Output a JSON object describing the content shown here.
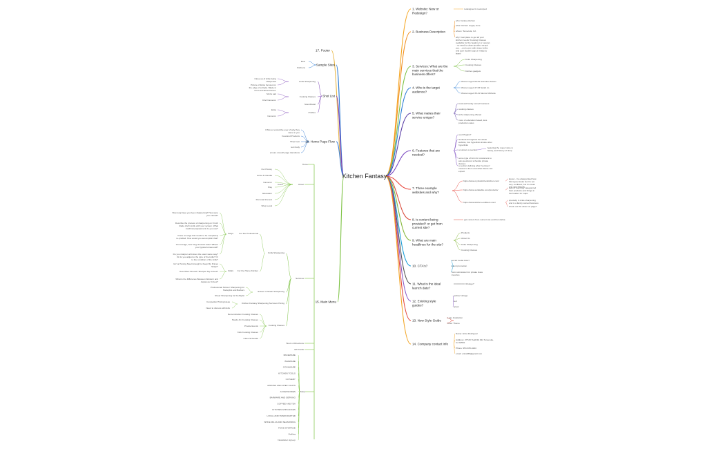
{
  "central": {
    "label": "Kitchen Fantasy"
  },
  "colors": {
    "b1": "#f5a623",
    "b2": "#f08c1a",
    "b3": "#7cc242",
    "b4": "#2e7fd6",
    "b5": "#5b3fa6",
    "b6": "#7b4ac1",
    "b7": "#e8433a",
    "b8": "#d94b3b",
    "b9": "#86b83b",
    "b10": "#1e9fd8",
    "b11": "#555555",
    "b12": "#8a5cc6",
    "b13": "#e34a3f",
    "b14": "#f2a72a",
    "b15": "#e8b84a",
    "b16": "#2b7bd4",
    "b17": "#7a3fb5",
    "b18": "#3a7fd6",
    "b19": "#c0447a"
  },
  "right": {
    "website": {
      "label": "1. Website: New or Redesign?",
      "a": "redesigned & revamped"
    },
    "business": {
      "label": "2. Business Description",
      "items": [
        "who: fantasy kitchen",
        "what: kitchen supply store",
        "where: Temecula, CA",
        "why: best place to get all your kitchen needs! Cooking Classes available for the beginner or veteran - no need to clean up after, we got you. ...and come with sharp knifes and your student cap on ready to learn!"
      ]
    },
    "services": {
      "label": "3. Services: What are the main services that the business offers?",
      "items": [
        "Knife Sharpening",
        "Cooking Classes",
        "Kitchen gadgets"
      ]
    },
    "audience": {
      "label": "4. Who is the target audience?",
      "items": [
        "Women aged 65-81 Grandma Susan",
        "Women aged 47-53 Sarah Jo",
        "Women aged 35-41 Mentor Michelle"
      ]
    },
    "unique": {
      "label": "5. What makes their service unique?",
      "items": [
        "local and family owned business",
        "cooking classes",
        "knife sharpening offered",
        "more of education based, less production sales"
      ]
    },
    "features": {
      "label": "6. Features that are needed?",
      "items": [
        "cool Plugins?",
        "Sunbeta throughout the whole website, box hyperlinks inside other hyperlinks",
        "an about us section",
        "some type of form for customers to ask questions/ schedule private classes",
        "a section defining what \"services\" means to them and  what clients can expect"
      ],
      "about_note": "featuring the Lopez wine & family, and history of shop"
    },
    "examples": {
      "label": "7. Three example websites and why?",
      "sites": [
        {
          "url": "https://www.myfoxkitchenkitchen.com/",
          "notes": [
            "layout - i've always liked how this layout looks but i'm not very confident, but it's clean and user-friendly"
          ]
        },
        {
          "url": "https://www.surlatable.com/products/",
          "notes": [
            "look of how they categorized their products and things in the header for maps"
          ]
        },
        {
          "url": "https://www.kitchen-outfitters.com/",
          "notes": [
            "specialty in knife sharpening and is a family owned business",
            "check out the about us page?"
          ]
        }
      ]
    },
    "content": {
      "label": "8. Is content being provided? or get from current site?",
      "a": "get content from current site and from Erika"
    },
    "headlines": {
      "label": "9. What are main headlines for the site?",
      "items": [
        "Products",
        "About Us",
        "Knife Sharpening",
        "Cooking Classes"
      ]
    },
    "cta": {
      "label": "10. CTA's?",
      "items": [
        "social media links?",
        "event promotion",
        "form submission for private class inquiries"
      ]
    },
    "launch": {
      "label": "11. What is the ideal launch date?",
      "a": "30 days?"
    },
    "style": {
      "label": "12. Existing style guides?",
      "items": [
        "yellow/ vintage",
        "red",
        "green"
      ]
    },
    "newstyle": {
      "label": "13. New Style Guide",
      "items": [
        "Logo Inspiration",
        "Color Theme"
      ]
    },
    "contact": {
      "label": "14. Company contact info",
      "items": [
        "Name: Erica Rodriguez",
        "Address: 27720 Yield Rd #11 Temecula, CA 92591",
        "Phone: 951 465-4244",
        "email: erica638@gmail.com"
      ]
    }
  },
  "left": {
    "footer": {
      "label": "17. Footer"
    },
    "samples": {
      "label": "Sample Sites",
      "items": [
        "Bosi",
        "Kitchens"
      ]
    },
    "shotlist": {
      "label": "Shot List",
      "groups": [
        {
          "label": "Knife Sharpening",
          "items": [
            "Close up of knife being sharpened",
            "Picture of Erica focused on the edge of a blade. Blade in front and Erica blurred."
          ]
        },
        {
          "label": "Cooking Classes",
          "items": [
            "Sizzle sad",
            "Chef Cameron"
          ]
        },
        {
          "label": "Store/Retail",
          "items": []
        },
        {
          "label": "Profiles",
          "items": [
            "Erica",
            "Cameron"
          ]
        }
      ]
    },
    "homeflow": {
      "label": "16. Home Page Flow",
      "items": [
        "CTAs to remind the user of why they came to you",
        "Featured Products",
        "Shop tops",
        "text body",
        "ensure smooth page transitions"
      ]
    },
    "mainmenu": {
      "label": "15. Main Menu",
      "home": "Home",
      "about": {
        "label": "About",
        "items": [
          "Our History",
          "Ernie & Claudia",
          "Cameron",
          "Play",
          "Education",
          "Personal Interest",
          "Shop Local"
        ],
        "users": "Users"
      },
      "services": {
        "label": "Services",
        "knife": {
          "label": "Knife Sharpening",
          "pro": {
            "label": "For the Professional",
            "faqs": "FAQs",
            "items": [
              "How long have you been sharpening? How were you trained?",
              "Describe the process of sharpening on 8 inch blade chef's knife with your system. What machinery/equipment do you use?",
              "I have an edge that needs to be completely re-profiled. How would you accomplish that?",
              "On average, how long should it take? What's your typical turnaround?",
              "Do you sharpen all knives the exact same way? Or do you adjust to the type of the knife? Or to the condition of the knife?"
            ]
          },
          "home": {
            "label": "For the Home Kitchen",
            "faqs": "FAQs",
            "items": [
              "Isn't a Honing Steel Enough to Keep My Knives Sharp?",
              "How Often Should I Sharpen My Knives?",
              "What is the Difference Between Western and Japanese Knives?"
            ]
          }
        },
        "scissor": {
          "label": "Scissor & Shear Sharpening",
          "items": [
            "Professional Scissor Sharpening for Hairstylist and Barbers",
            "Shear Sharpening for theStylist"
          ]
        },
        "pricing": {
          "label": "Kitchen Fantasy Sharpening Services Pricing",
          "items": [
            "Competitor Pricing Ideas",
            "Need to discuss with Erik"
          ]
        },
        "cooking": {
          "label": "Cooking Classes",
          "items": [
            "Demonstration Cooking Classes",
            "Hands-On Cooking Classes",
            "Private Events",
            "Kids Cooking Classes",
            "Class Schedule"
          ]
        },
        "hours": "Hours & Directions",
        "gift": "Gift Cards"
      },
      "shop": {
        "label": "Shop",
        "items": [
          "BAKEWARE",
          "BARWARE",
          "COOKWARE",
          "KITCHEN TOOLS",
          "CUTLERY",
          "APRONS AND CHEF COATS",
          "ACCESSORIES",
          "BARWARE AND SERVING",
          "COFFEE AND TEA",
          "KITCHEN APPLIANCES",
          "LOCAL AND HANDCRAFTED",
          "SPICE MILLS AND SEASONING",
          "FOOD STORAGE",
          "Zwilling",
          "Newsletter sign-up"
        ]
      }
    }
  }
}
